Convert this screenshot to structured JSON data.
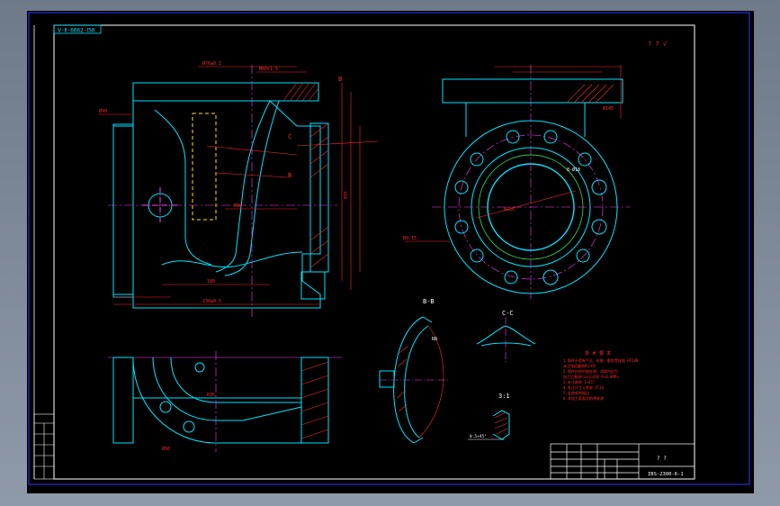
{
  "drawing_code_box": "Ⅴ-Ⅱ-6062-Ⅰ50",
  "roughness_top_right": "? ? √",
  "section_labels": {
    "bb": "B-B",
    "cc": "C-C",
    "scale_view": "3:1"
  },
  "view_letters": {
    "b_top": "B",
    "b_mid": "B",
    "c_mark": "C"
  },
  "dimensions": {
    "front_top": "Ø76±0.1",
    "front_side": "M60×1.5",
    "front_bottom": "186",
    "front_length": "230±0.5",
    "front_height": "164",
    "front_left": "Ø90",
    "front_hole": "Ø60",
    "right_dim": "Ø145",
    "circle_pcd": "Ø225",
    "circle_left": "R0.15",
    "circle_hole": "8-Ø18",
    "bottom_dim": "R35",
    "bottom_hole": "Ø56",
    "section_dim": "R8",
    "detail_dim": "0.5×45°"
  },
  "tech_notes": [
    "技 术 要 求",
    "1.铸件不得有气孔、砂眼、裂纹等缺陷 HT200",
    "  未注铸造圆角R3~R5",
    "2.铸件应经时效处理，消除内应力",
    "  加工后需进行水压试验 P=0.6MPa",
    "3.未注倒角 1×45°",
    "4.未注尺寸公差按 IT14",
    "5.去除毛刺锐边",
    "6.非加工表面涂防锈底漆"
  ],
  "title_block": {
    "part_title": "? ?",
    "drawing_no": "IBS-2300-6-1"
  },
  "colors": {
    "contour": "#00e5ff",
    "dimension": "#ff2a2a",
    "center": "#ff40ff",
    "hidden": "#ffe600",
    "frame": "#ffffff",
    "green": "#33ff66"
  }
}
